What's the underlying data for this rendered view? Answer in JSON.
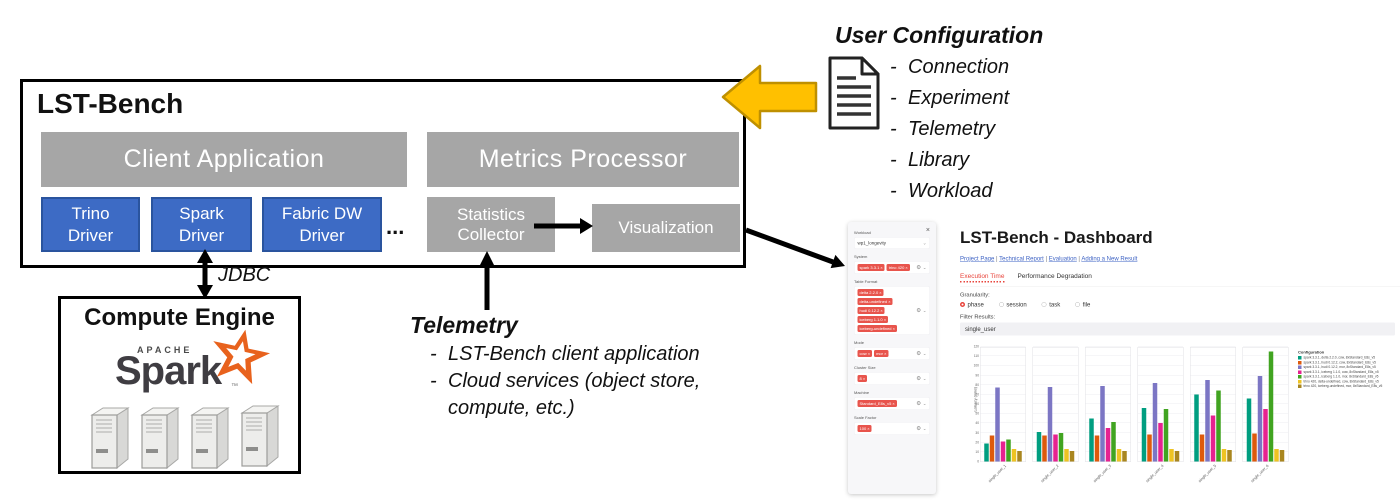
{
  "diagram": {
    "lst_bench": {
      "title": "LST-Bench",
      "client_application": "Client Application",
      "metrics_processor": "Metrics Processor",
      "drivers": [
        "Trino Driver",
        "Spark Driver",
        "Fabric DW Driver"
      ],
      "drivers_ellipsis": "...",
      "statistics_collector": "Statistics Collector",
      "visualization": "Visualization"
    },
    "jdbc_label": "JDBC",
    "compute_engine": {
      "title": "Compute Engine",
      "logo_apache": "APACHE",
      "logo_spark": "Spark",
      "logo_tm": "™"
    },
    "telemetry": {
      "title": "Telemetry",
      "items": [
        "LST-Bench client application",
        "Cloud services (object store, compute, etc.)"
      ]
    },
    "user_configuration": {
      "title": "User Configuration",
      "items": [
        "Connection",
        "Experiment",
        "Telemetry",
        "Library",
        "Workload"
      ]
    },
    "colors": {
      "driver_blue": "#3d6bc5",
      "box_gray": "#a6a6a6",
      "arrow_yellow": "#ffc000",
      "spark_orange": "#e8621d"
    }
  },
  "dashboard": {
    "sidebar": {
      "close_icon": "×",
      "groups": [
        {
          "label": "Workload",
          "type": "select",
          "value": "wp1_longevity"
        },
        {
          "label": "System",
          "type": "tags",
          "tags": [
            "spark 3.3.1",
            "trino 420"
          ]
        },
        {
          "label": "Table Format",
          "type": "tags",
          "tags": [
            "delta 2.2.0",
            "delta-undefined",
            "hudi 0.12.2",
            "iceberg 1.1.0",
            "iceberg-undefined"
          ]
        },
        {
          "label": "Mode",
          "type": "tags",
          "tags": [
            "cow",
            "mor"
          ]
        },
        {
          "label": "Cluster Size",
          "type": "tags",
          "tags": [
            "8"
          ]
        },
        {
          "label": "Machine",
          "type": "tags",
          "tags": [
            "Standard_E8s_v5"
          ]
        },
        {
          "label": "Scale Factor",
          "type": "tags",
          "tags": [
            "100"
          ]
        }
      ]
    },
    "main": {
      "title": "LST-Bench - Dashboard",
      "links": [
        "Project Page",
        "Technical Report",
        "Evaluation",
        "Adding a New Result"
      ],
      "tabs": [
        {
          "label": "Execution Time",
          "active": true
        },
        {
          "label": "Performance Degradation",
          "active": false
        }
      ],
      "granularity_label": "Granularity:",
      "granularity_options": [
        {
          "label": "phase",
          "selected": true
        },
        {
          "label": "session",
          "selected": false
        },
        {
          "label": "task",
          "selected": false
        },
        {
          "label": "file",
          "selected": false
        }
      ],
      "filter_results_label": "Filter Results:",
      "filter_value": "single_user"
    }
  },
  "chart_data": {
    "type": "bar",
    "layout": "faceted-one-category-per-panel",
    "title": "",
    "ylabel": "Latency (mins)",
    "ylim": [
      0,
      120
    ],
    "ytick_step": 10,
    "grid": true,
    "legend_position": "right",
    "legend_title": "Configuration",
    "categories": [
      "single_user_1",
      "single_user_2",
      "single_user_3",
      "single_user_4",
      "single_user_5",
      "single_user_6"
    ],
    "series": [
      {
        "name": "spark 3.3.1, delta 2.2.0, cow, 8xStandard_E8s_v5",
        "color": "#009e80",
        "values": [
          19,
          31,
          45,
          56,
          70,
          66
        ]
      },
      {
        "name": "spark 3.3.1, hudi 0.12.2, cow, 8xStandard_E8s_v5",
        "color": "#de5a0c",
        "values": [
          27,
          27,
          27,
          28,
          28,
          29
        ]
      },
      {
        "name": "spark 3.3.1, hudi 0.12.2, mor, 8xStandard_E8s_v5",
        "color": "#7c76c4",
        "values": [
          77,
          78,
          79,
          82,
          85,
          89
        ]
      },
      {
        "name": "spark 3.3.1, iceberg 1.1.0, cow, 8xStandard_E8s_v5",
        "color": "#e62290",
        "values": [
          21,
          28,
          35,
          40,
          48,
          55
        ]
      },
      {
        "name": "spark 3.3.1, iceberg 1.1.0, mor, 8xStandard_E8s_v5",
        "color": "#41a421",
        "values": [
          23,
          30,
          41,
          55,
          74,
          115
        ]
      },
      {
        "name": "trino 420, delta-undefined, cow, 8xStandard_E8s_v5",
        "color": "#eec323",
        "values": [
          13,
          13,
          13,
          13,
          13,
          13
        ]
      },
      {
        "name": "trino 420, iceberg-undefined, mor, 8xStandard_E8s_v5",
        "color": "#a9861f",
        "values": [
          11,
          11,
          11,
          11,
          12,
          12
        ]
      }
    ]
  }
}
